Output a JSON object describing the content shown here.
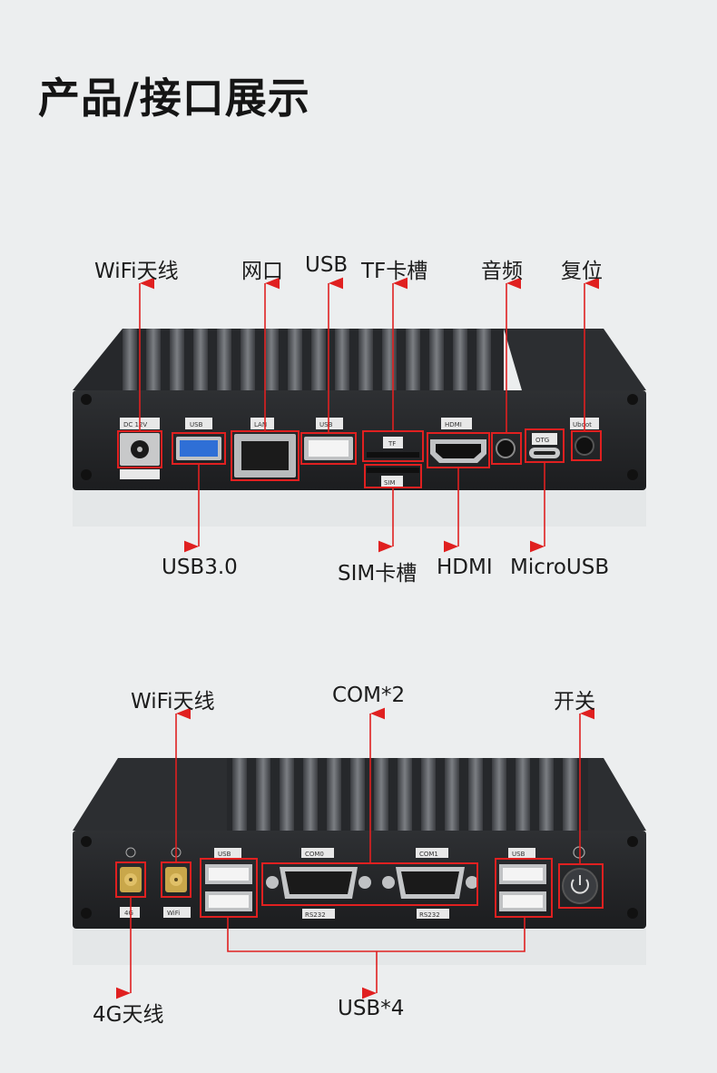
{
  "page_title": "产品/接口展示",
  "top_panel": {
    "callouts_above": [
      "WiFi天线",
      "网口",
      "USB",
      "TF卡槽",
      "音频",
      "复位"
    ],
    "callouts_below": [
      "USB3.0",
      "SIM卡槽",
      "HDMI",
      "MicroUSB"
    ],
    "port_tags": {
      "dc": "DC 12V",
      "usb3": "USB",
      "lan": "LAN",
      "usb2": "USB",
      "tf": "TF",
      "sim": "SIM",
      "hdmi": "HDMI",
      "otg": "OTG",
      "uboot": "Uboot"
    }
  },
  "bottom_panel": {
    "callouts_above": [
      "WiFi天线",
      "COM*2",
      "开关"
    ],
    "callouts_below": [
      "4G天线",
      "USB*4"
    ],
    "port_tags": {
      "ant_4g": "4G",
      "ant_wifi": "WiFi",
      "usb_left": "USB",
      "com0": "COM0",
      "com1": "COM1",
      "rs232_a": "RS232",
      "rs232_b": "RS232",
      "usb_right": "USB"
    }
  },
  "colors": {
    "callout_red": "#e02020",
    "chassis": "#2a2b2d",
    "fins": "#5a5c60",
    "usb3_blue": "#2f6fd6"
  }
}
